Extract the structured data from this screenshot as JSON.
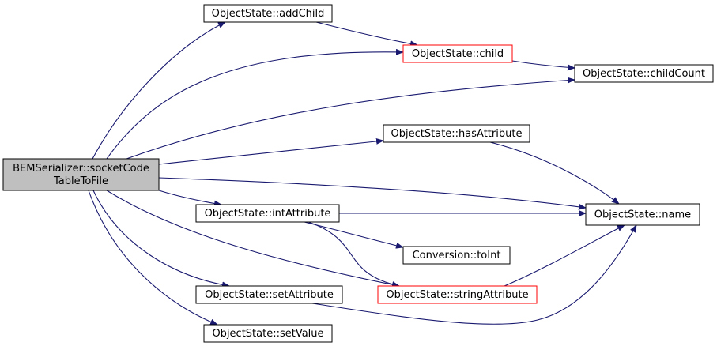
{
  "colors": {
    "edge": "#191970",
    "root_fill": "#bfbfbf",
    "node_stroke": "#000000",
    "highlight_stroke": "#ff0000",
    "node_fill": "#ffffff"
  },
  "nodes": [
    {
      "id": "root",
      "lines": [
        "BEMSerializer::socketCode",
        "TableToFile"
      ],
      "style": "root"
    },
    {
      "id": "addChild",
      "lines": [
        "ObjectState::addChild"
      ],
      "style": "normal"
    },
    {
      "id": "child",
      "lines": [
        "ObjectState::child"
      ],
      "style": "highlight"
    },
    {
      "id": "childCount",
      "lines": [
        "ObjectState::childCount"
      ],
      "style": "normal"
    },
    {
      "id": "hasAttribute",
      "lines": [
        "ObjectState::hasAttribute"
      ],
      "style": "normal"
    },
    {
      "id": "name",
      "lines": [
        "ObjectState::name"
      ],
      "style": "normal"
    },
    {
      "id": "intAttribute",
      "lines": [
        "ObjectState::intAttribute"
      ],
      "style": "normal"
    },
    {
      "id": "toInt",
      "lines": [
        "Conversion::toInt"
      ],
      "style": "normal"
    },
    {
      "id": "setAttribute",
      "lines": [
        "ObjectState::setAttribute"
      ],
      "style": "normal"
    },
    {
      "id": "stringAttribute",
      "lines": [
        "ObjectState::stringAttribute"
      ],
      "style": "highlight"
    },
    {
      "id": "setValue",
      "lines": [
        "ObjectState::setValue"
      ],
      "style": "normal"
    }
  ],
  "edges": [
    {
      "from": "root",
      "to": "addChild"
    },
    {
      "from": "root",
      "to": "child"
    },
    {
      "from": "root",
      "to": "childCount"
    },
    {
      "from": "root",
      "to": "hasAttribute"
    },
    {
      "from": "root",
      "to": "name"
    },
    {
      "from": "root",
      "to": "intAttribute"
    },
    {
      "from": "root",
      "to": "setAttribute"
    },
    {
      "from": "root",
      "to": "stringAttribute"
    },
    {
      "from": "root",
      "to": "setValue"
    },
    {
      "from": "addChild",
      "to": "child"
    },
    {
      "from": "child",
      "to": "childCount"
    },
    {
      "from": "hasAttribute",
      "to": "name"
    },
    {
      "from": "intAttribute",
      "to": "name"
    },
    {
      "from": "intAttribute",
      "to": "toInt"
    },
    {
      "from": "intAttribute",
      "to": "stringAttribute"
    },
    {
      "from": "stringAttribute",
      "to": "name"
    },
    {
      "from": "setAttribute",
      "to": "name"
    }
  ]
}
